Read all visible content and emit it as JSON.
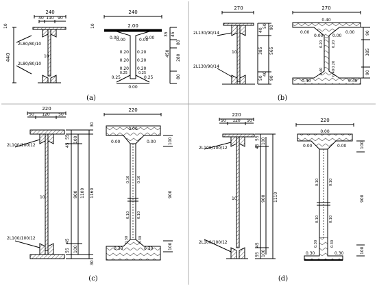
{
  "panels": [
    {
      "label": "(a)",
      "section": {
        "width": "240",
        "flange_parts": [
          "40",
          "110",
          "90"
        ],
        "top_thk": "10",
        "depth": "440",
        "web": "10",
        "angle_top": "2L80/80/10",
        "angle_bot": "2L80/80/10"
      },
      "stress": {
        "width": "240",
        "top": "2.00",
        "top_thk": "10",
        "right_dims": [
          "35",
          "45",
          "80",
          "280",
          "450",
          "80"
        ],
        "values": [
          "0.00",
          "0.00",
          "0.00",
          "0.00",
          "0.20",
          "0.20",
          "0.20",
          "0.20",
          "0.20",
          "0.20",
          "0.25",
          "0.25",
          "0.25",
          "0.25",
          "0.00"
        ]
      }
    },
    {
      "label": "(b)",
      "section": {
        "width": "270",
        "dims": [
          "40",
          "50",
          "90",
          "385",
          "565",
          "50",
          "40",
          "90"
        ],
        "web": "10",
        "angle_top": "2L130/90/14",
        "angle_bot": "2L130/90/14"
      },
      "stress": {
        "width": "270",
        "top": "0.40",
        "right_dims": [
          "90",
          "385",
          "90"
        ],
        "values": [
          "0.00",
          "0.00",
          "0.00",
          "0.00",
          "0.20",
          "0.20",
          "0.20",
          "0.40",
          "0.40",
          "0.40",
          "0.40"
        ]
      }
    },
    {
      "label": "(c)",
      "section": {
        "width": "220",
        "flange_parts": [
          "50",
          "120",
          "50"
        ],
        "dims": [
          "30",
          "55",
          "45",
          "100",
          "900",
          "1100",
          "1160",
          "45",
          "55",
          "100",
          "30"
        ],
        "web": "10",
        "angle_top": "2L100/100/12",
        "angle_bot": "2L100/100/12"
      },
      "stress": {
        "width": "220",
        "top": "0.00",
        "right_dims": [
          "100",
          "900",
          "100"
        ],
        "values": [
          "0.00",
          "0.00",
          "0.10",
          "0.10",
          "0.10",
          "0.10",
          "0.30",
          "0.30",
          "0.30",
          "0.30"
        ]
      }
    },
    {
      "label": "(d)",
      "section": {
        "width": "220",
        "flange_parts": [
          "50",
          "120",
          "50"
        ],
        "dims": [
          "55",
          "45",
          "100",
          "900",
          "1110",
          "45",
          "55",
          "100"
        ],
        "web": "10",
        "angle_top": "2L100/100/12",
        "angle_bot": "2L100/100/12"
      },
      "stress": {
        "width": "220",
        "top": "0.00",
        "right_dims": [
          "100",
          "900",
          "100"
        ],
        "values": [
          "0.00",
          "0.00",
          "0.10",
          "0.10",
          "0.10",
          "0.10",
          "0.30",
          "0.30",
          "0.30",
          "0.30"
        ]
      }
    }
  ]
}
